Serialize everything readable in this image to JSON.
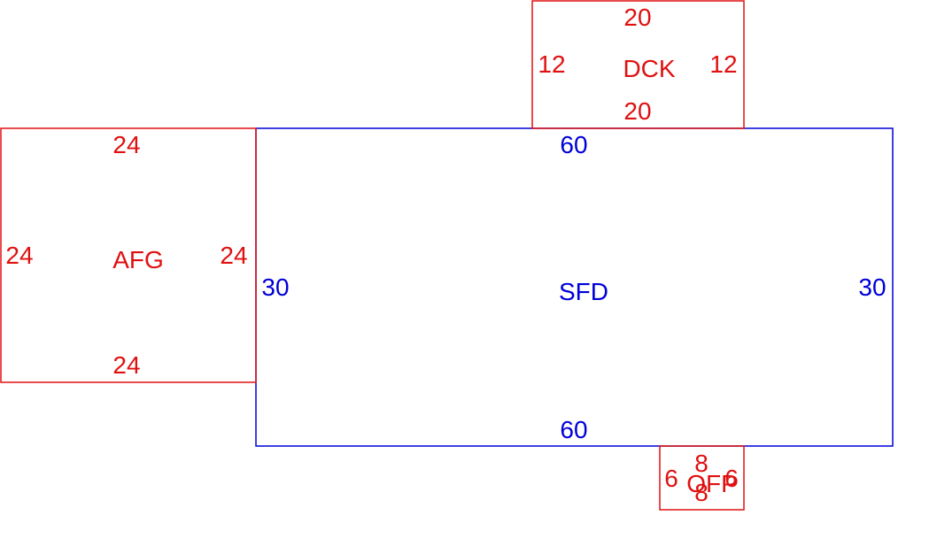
{
  "colors": {
    "main": "#0000d8",
    "addition": "#e01010"
  },
  "areas": {
    "sfd": {
      "code": "SFD",
      "top": "60",
      "bottom": "60",
      "left": "30",
      "right": "30"
    },
    "afg": {
      "code": "AFG",
      "top": "24",
      "bottom": "24",
      "left": "24",
      "right": "24"
    },
    "dck": {
      "code": "DCK",
      "top": "20",
      "bottom": "20",
      "left": "12",
      "right": "12"
    },
    "ofp": {
      "code": "OFP",
      "top": "8",
      "bottom": "8",
      "left": "6",
      "right": "6"
    }
  }
}
